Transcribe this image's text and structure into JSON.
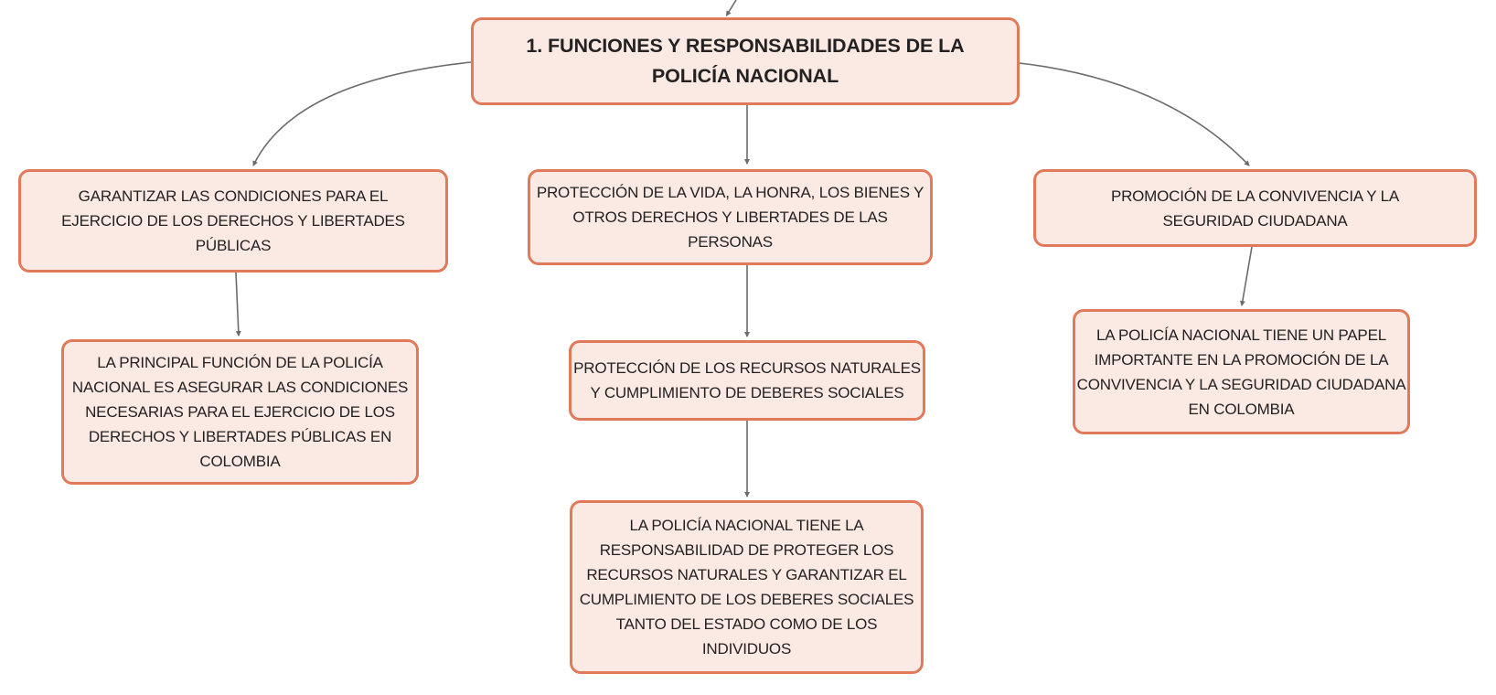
{
  "palette": {
    "node_fill": "#fbeae3",
    "node_border": "#e1795b",
    "text": "#242122",
    "connector": "#6b6b6b",
    "background": "#ffffff"
  },
  "diagram": {
    "type": "mindmap",
    "nodes": {
      "root": {
        "id": "root",
        "text": "1. FUNCIONES Y RESPONSABILIDADES DE LA POLICÍA NACIONAL",
        "lines": [
          "1. FUNCIONES Y RESPONSABILIDADES DE LA",
          "POLICÍA NACIONAL"
        ]
      },
      "garantizar": {
        "id": "garantizar",
        "text": "GARANTIZAR LAS CONDICIONES PARA EL EJERCICIO DE LOS DERECHOS Y LIBERTADES PÚBLICAS",
        "lines": [
          "GARANTIZAR LAS CONDICIONES PARA EL",
          "EJERCICIO DE LOS DERECHOS Y LIBERTADES",
          "PÚBLICAS"
        ]
      },
      "proteccion": {
        "id": "proteccion",
        "text": "PROTECCIÓN DE LA VIDA, LA HONRA, LOS BIENES Y OTROS DERECHOS Y LIBERTADES DE LAS PERSONAS",
        "lines": [
          "PROTECCIÓN DE LA VIDA, LA HONRA, LOS BIENES Y",
          "OTROS DERECHOS Y LIBERTADES DE LAS",
          "PERSONAS"
        ]
      },
      "promocion": {
        "id": "promocion",
        "text": "PROMOCIÓN DE LA CONVIVENCIA Y LA SEGURIDAD CIUDADANA",
        "lines": [
          "PROMOCIÓN DE LA CONVIVENCIA Y LA",
          "SEGURIDAD CIUDADANA"
        ]
      },
      "garantizar_sub": {
        "id": "garantizar_sub",
        "text": "LA PRINCIPAL FUNCIÓN DE LA POLICÍA NACIONAL ES ASEGURAR LAS CONDICIONES NECESARIAS PARA EL EJERCICIO DE LOS DERECHOS Y LIBERTADES PÚBLICAS EN COLOMBIA",
        "lines": [
          "LA PRINCIPAL FUNCIÓN DE LA POLICÍA",
          "NACIONAL ES ASEGURAR LAS CONDICIONES",
          "NECESARIAS PARA EL EJERCICIO DE LOS",
          "DERECHOS Y LIBERTADES PÚBLICAS EN",
          "COLOMBIA"
        ]
      },
      "recursos": {
        "id": "recursos",
        "text": "PROTECCIÓN DE LOS RECURSOS NATURALES Y CUMPLIMIENTO DE DEBERES SOCIALES",
        "lines": [
          "PROTECCIÓN DE LOS RECURSOS NATURALES",
          "Y CUMPLIMIENTO DE DEBERES SOCIALES"
        ]
      },
      "recursos_sub": {
        "id": "recursos_sub",
        "text": "LA POLICÍA NACIONAL TIENE LA RESPONSABILIDAD DE PROTEGER LOS RECURSOS NATURALES Y GARANTIZAR EL CUMPLIMIENTO DE LOS DEBERES SOCIALES TANTO DEL ESTADO COMO DE LOS INDIVIDUOS",
        "lines": [
          "LA POLICÍA NACIONAL TIENE LA",
          "RESPONSABILIDAD DE PROTEGER LOS",
          "RECURSOS NATURALES Y GARANTIZAR EL",
          "CUMPLIMIENTO DE LOS DEBERES SOCIALES",
          "TANTO DEL ESTADO COMO DE LOS",
          "INDIVIDUOS"
        ]
      },
      "promocion_sub": {
        "id": "promocion_sub",
        "text": "LA POLICÍA NACIONAL TIENE UN PAPEL IMPORTANTE EN LA PROMOCIÓN DE LA CONVIVENCIA Y LA SEGURIDAD CIUDADANA EN COLOMBIA",
        "lines": [
          "LA POLICÍA NACIONAL TIENE UN PAPEL",
          "IMPORTANTE EN LA PROMOCIÓN DE LA",
          "CONVIVENCIA Y LA SEGURIDAD CIUDADANA",
          "EN COLOMBIA"
        ]
      }
    },
    "edges": [
      {
        "from": "offscreen-above",
        "to": "root"
      },
      {
        "from": "root",
        "to": "garantizar"
      },
      {
        "from": "root",
        "to": "proteccion"
      },
      {
        "from": "root",
        "to": "promocion"
      },
      {
        "from": "garantizar",
        "to": "garantizar_sub"
      },
      {
        "from": "proteccion",
        "to": "recursos"
      },
      {
        "from": "recursos",
        "to": "recursos_sub"
      },
      {
        "from": "promocion",
        "to": "promocion_sub"
      }
    ]
  }
}
